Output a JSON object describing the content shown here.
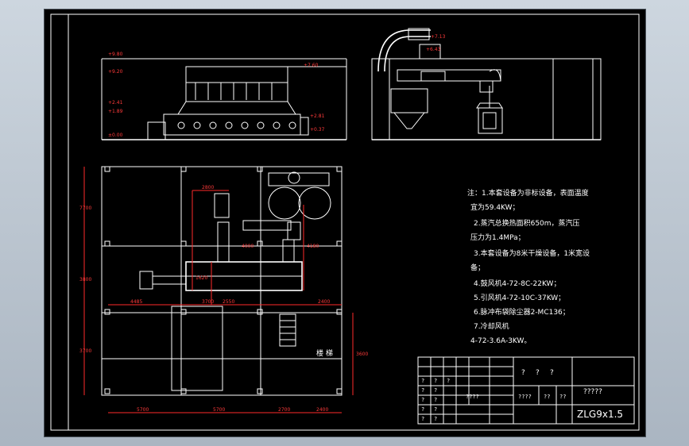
{
  "drawing": {
    "side_elevation": {
      "levels": [
        "+9.80",
        "+9.20",
        "+2.41",
        "+1.89",
        "±0.00"
      ],
      "right_levels": [
        "+7.60",
        "+2.81",
        "+0.37"
      ]
    },
    "front_elevation": {
      "levels": [
        "+7.13",
        "+6.43"
      ]
    },
    "plan_view": {
      "left_dims": [
        "7700",
        "3800",
        "3700"
      ],
      "mid_dims": [
        "4485",
        "3700",
        "2550",
        "2400"
      ],
      "inner_dims": [
        "2800",
        "1620",
        "4180",
        "4000"
      ],
      "bottom_dims": [
        "5700",
        "5700",
        "2700",
        "2400"
      ],
      "right_dim": "3600",
      "stair_label": "楼 梯"
    },
    "notes": {
      "lines": [
        "注：1.本套设备为非标设备，表面温度",
        "宜为59.4KW；",
        "2.蒸汽总换热面积650m，蒸汽压",
        "压力为1.4MPa；",
        "3.本套设备为8米干燥设备，1米宽设",
        "备；",
        "4.鼓风机4-72-8C-22KW；",
        "5.引风机4-72-10C-37KW；",
        "6.脉冲布袋除尘器2-MC136；",
        "7.冷却风机",
        "4-72-3.6A-3KW。"
      ]
    },
    "title_block": {
      "q1": "?",
      "q2": "?",
      "q3": "?",
      "company": "?????",
      "cell_a": "????",
      "cell_b": "??",
      "cell_c": "??",
      "cell_d": "????",
      "model": "ZLG9x1.5",
      "small_marks": [
        "?",
        "?",
        "?",
        "?",
        "?",
        "?",
        "?",
        "?",
        "?",
        "?",
        "?"
      ]
    }
  }
}
